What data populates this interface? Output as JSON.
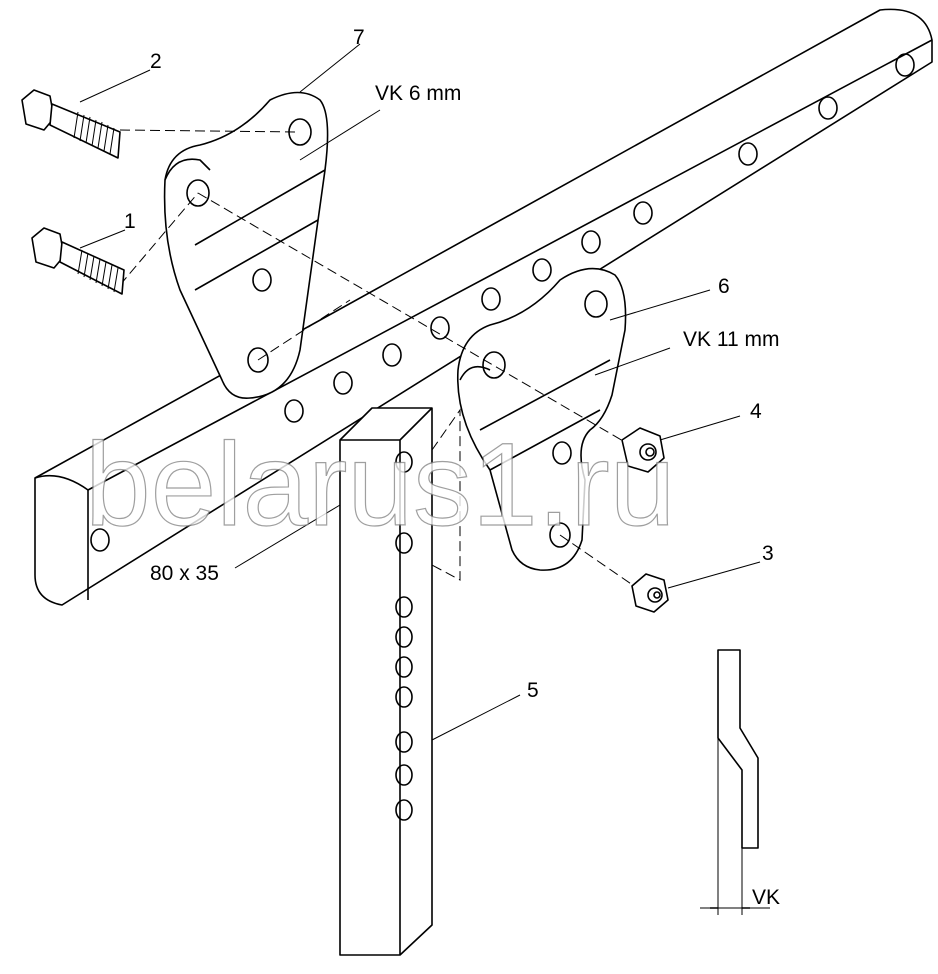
{
  "diagram": {
    "callouts": {
      "bolt_1": "1",
      "bolt_2": "2",
      "nut_3": "3",
      "nut_4": "4",
      "post_5": "5",
      "plate_6": "6",
      "plate_7": "7"
    },
    "dimensions": {
      "plate_7_offset": "VK 6 mm",
      "plate_6_offset": "VK 11 mm",
      "post_section": "80 x 35",
      "profile_offset": "VK"
    },
    "watermark": "belarus1.ru"
  }
}
